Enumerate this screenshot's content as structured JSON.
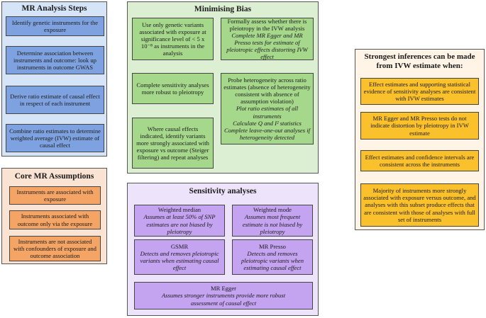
{
  "steps": {
    "title": "MR Analysis Steps",
    "items": [
      "Identify genetic instruments for the exposure",
      "Determine association between instruments and outcome: look up instruments in outcome GWAS",
      "Derive ratio estimate of causal effect in respect of each instrument",
      "Combine ratio estimates to determine weighted average (IVW) estimate of causal effect"
    ]
  },
  "assumptions": {
    "title": "Core MR Assumptions",
    "items": [
      "Instruments are associated with exposure",
      "Instruments associated with outcome only via the exposure",
      "Instruments are not associated with confounders of exposure and outcome association"
    ]
  },
  "bias": {
    "title": "Minimising Bias",
    "items": [
      {
        "text": "Use only genetic variants associated with exposure at significance level of  < 5 x 10⁻⁸ as instruments in the analysis",
        "italic": ""
      },
      {
        "text": "Formally assess whether there is pleiotropy in the IVW analysis",
        "italic": "Complete MR Egger and MR Presso tests for estimate of pleiotropic effects distorting IVW effect"
      },
      {
        "text": "Complete sensitivity analyses more robust to pleiotropy",
        "italic": ""
      },
      {
        "text": "Probe heterogeneity across ratio estimates (absence of heterogeneity consistent with absence of assumption violation)",
        "italic": "Plot ratio estimates of all instruments\nCalculate Q and I² statistics\nComplete leave-one-out analyses if heterogeneity detected"
      },
      {
        "text": "Where causal effects indicated, identify variants more strongly associated with exposure vs outcome (Steiger filtering) and repeat analyses",
        "italic": ""
      }
    ]
  },
  "sensitivity": {
    "title": "Sensitivity analyses",
    "items": [
      {
        "name": "Weighted median",
        "desc": "Assumes at least 50% of SNP estimates are not biased by pleiotropy"
      },
      {
        "name": "Weighted mode",
        "desc": "Assumes most frequent estimate is not biased by pleiotropy"
      },
      {
        "name": "GSMR",
        "desc": "Detects and removes pleiotropic variants  when estimating causal effect"
      },
      {
        "name": "MR Presso",
        "desc": "Detects and removes pleiotropic variants  when estimating causal effect"
      },
      {
        "name": "MR Egger",
        "desc": "Assumes stronger instruments provide more robust assessment of causal effect"
      }
    ]
  },
  "inferences": {
    "title": "Strongest inferences can be made from IVW estimate when:",
    "items": [
      "Effect estimates and supporting statistical evidence of sensitivity analyses are consistent with IVW estimates",
      "MR Egger and MR Presso tests do not indicate distortion by pleiotropy in IVW estimate",
      "Effect estimates and confidence intervals are consistent across the instruments",
      "Majority of instruments more strongly associated with exposure versus outcome, and analyses with this subset produce effects that are consistent with those of analyses with full set of instruments"
    ]
  },
  "colors": {
    "steps_panel": "#d6e4f7",
    "steps_box": "#7ea2e0",
    "assumptions_panel": "#fbe3d3",
    "assumptions_box": "#f4a464",
    "bias_panel": "#ddefd2",
    "bias_box": "#a6d88c",
    "sensitivity_panel": "#ede3fa",
    "sensitivity_box": "#c4a3f0",
    "inferences_panel": "#fff4e6",
    "inferences_box": "#fbc12c"
  }
}
